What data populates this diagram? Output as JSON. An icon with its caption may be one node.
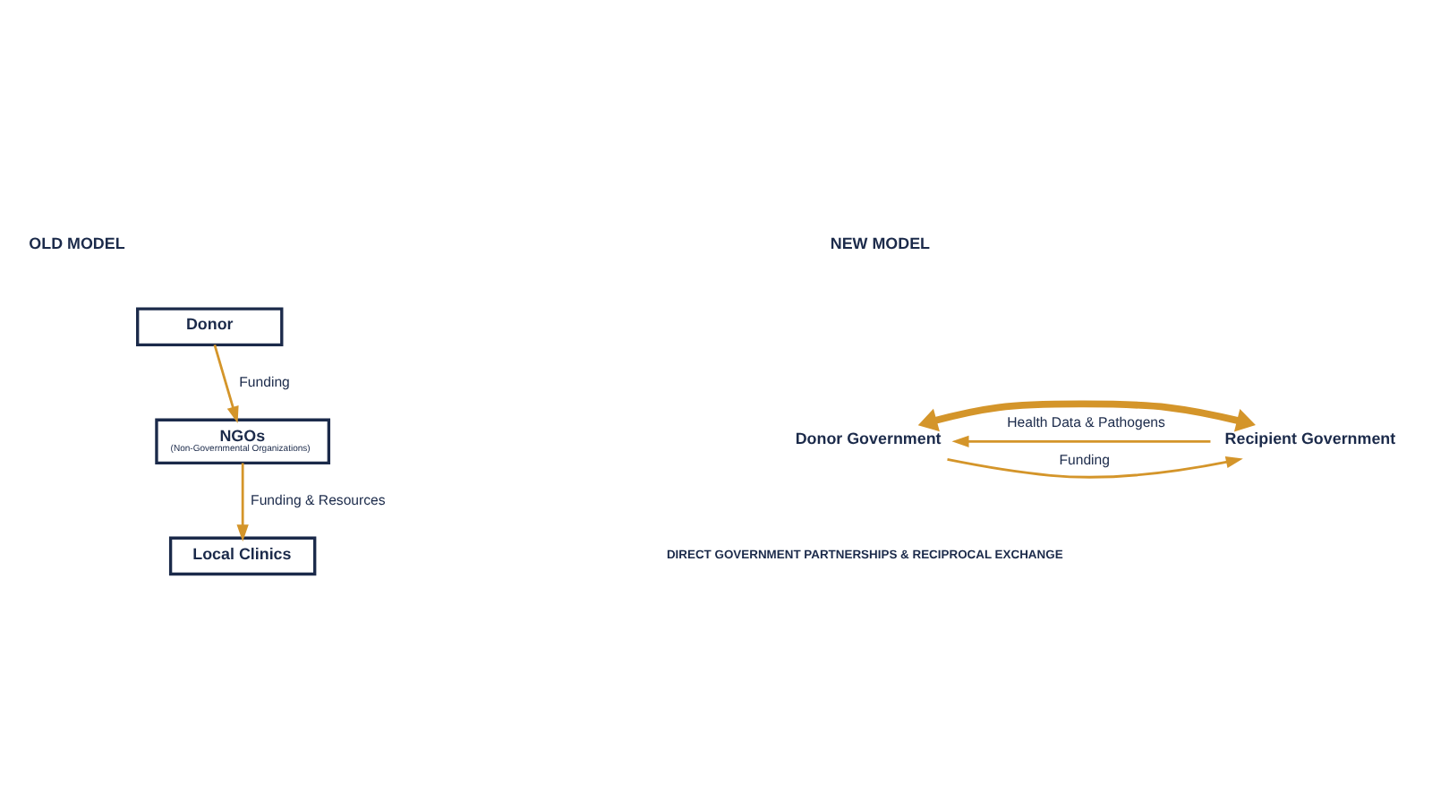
{
  "diagram": {
    "nodes": [
      {
        "text": [
          "Donor"
        ]
      },
      {
        "text": [
          "NGOs",
          "(Non-Governmental Organizations)"
        ]
      },
      {
        "text": [
          "Local Clinics"
        ]
      },
      {
        "text": [
          "Donor Government"
        ]
      },
      {
        "text": [
          "Recipient Government"
        ]
      }
    ],
    "edges": [
      {
        "from": 0,
        "to": 1,
        "arrow": "to",
        "label": "Funding"
      },
      {
        "from": 1,
        "to": 2,
        "arrow": "to",
        "label": "Funding & Resources"
      },
      {
        "from": 3,
        "to": 4,
        "arrow": "to",
        "label": "Funding"
      },
      {
        "from": 3,
        "to": 4,
        "arrow": "both",
        "style": "thick"
      },
      {
        "from": 4,
        "to": 3,
        "arrow": "to",
        "label": "Health Data & Pathogens"
      }
    ],
    "labels": [
      "OLD MODEL",
      "NEW MODEL",
      "DIRECT GOVERNMENT PARTNERSHIPS & RECIPROCAL EXCHANGE"
    ]
  }
}
